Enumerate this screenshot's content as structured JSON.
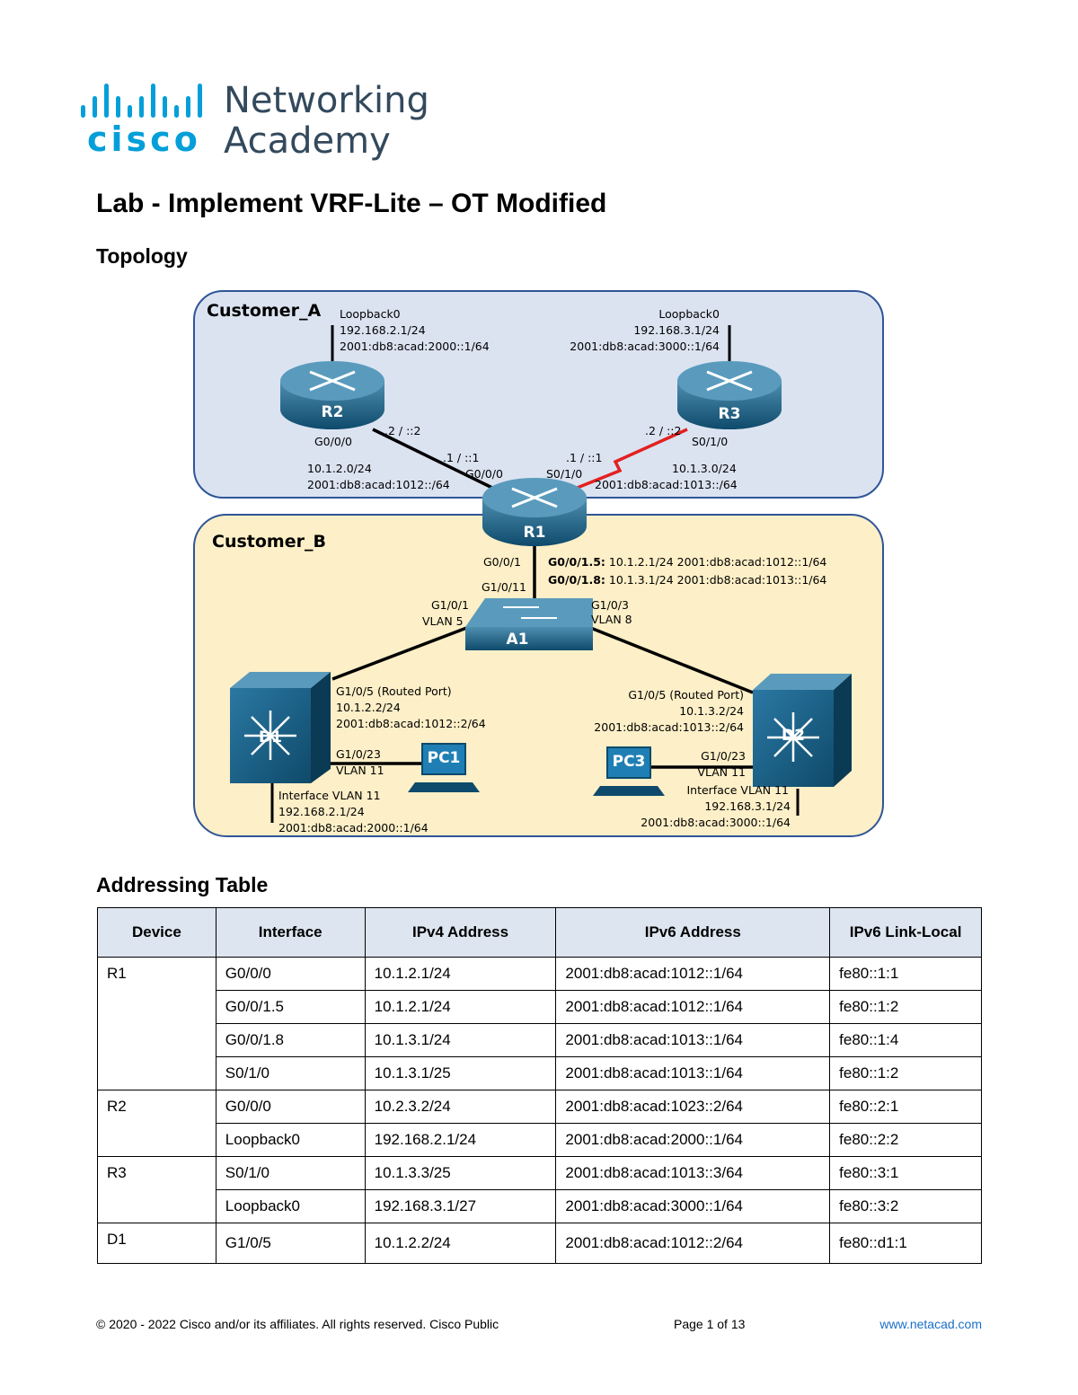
{
  "logo": {
    "brand": "cisco",
    "product_line1": "Networking",
    "product_line2": "Academy"
  },
  "title": "Lab - Implement VRF-Lite – OT Modified",
  "sections": {
    "topology": "Topology",
    "addressing": "Addressing Table"
  },
  "topology": {
    "groups": {
      "customer_a": "Customer_A",
      "customer_b": "Customer_B"
    },
    "devices": {
      "r1": "R1",
      "r2": "R2",
      "r3": "R3",
      "a1": "A1",
      "d1": "D1",
      "d2": "D2",
      "pc1": "PC1",
      "pc3": "PC3"
    },
    "labels": {
      "r2_lo_name": "Loopback0",
      "r2_lo_v4": "192.168.2.1/24",
      "r2_lo_v6": "2001:db8:acad:2000::1/64",
      "r3_lo_name": "Loopback0",
      "r3_lo_v4": "192.168.3.1/24",
      "r3_lo_v6": "2001:db8:acad:3000::1/64",
      "r2_host": ".2 / ::2",
      "r2_if": "G0/0/0",
      "net_r1r2_v4": "10.1.2.0/24",
      "net_r1r2_v6": "2001:db8:acad:1012::/64",
      "r1_host_r2": ".1 / ::1",
      "r1_if_r2": "G0/0/0",
      "r1_host_r3": ".1 / ::1",
      "r1_if_r3": "S0/1/0",
      "r3_host": ".2 / ::2",
      "r3_if": "S0/1/0",
      "net_r1r3_v4": "10.1.3.0/24",
      "net_r1r3_v6": "2001:db8:acad:1013::/64",
      "r1_g001": "G0/0/1",
      "sub15_name": "G0/0/1.5:",
      "sub15_addr": " 10.1.2.1/24  2001:db8:acad:1012::1/64",
      "sub18_name": "G0/0/1.8:",
      "sub18_addr": " 10.1.3.1/24  2001:db8:acad:1013::1/64",
      "a1_g1011": "G1/0/11",
      "a1_g101": "G1/0/1",
      "a1_vlan5": "VLAN 5",
      "a1_g103": "G1/0/3",
      "a1_vlan8": "VLAN 8",
      "d1_g105": "G1/0/5 (Routed Port)",
      "d1_g105_v4": "10.1.2.2/24",
      "d1_g105_v6": "2001:db8:acad:1012::2/64",
      "d1_g1023": "G1/0/23",
      "d1_vlan11": "VLAN 11",
      "d1_svi": "Interface VLAN 11",
      "d1_svi_v4": "192.168.2.1/24",
      "d1_svi_v6": "2001:db8:acad:2000::1/64",
      "d2_g105": "G1/0/5 (Routed Port)",
      "d2_g105_v4": "10.1.3.2/24",
      "d2_g105_v6": "2001:db8:acad:1013::2/64",
      "d2_g1023": "G1/0/23",
      "d2_vlan11": "VLAN 11",
      "d2_svi": "Interface VLAN 11",
      "d2_svi_v4": "192.168.3.1/24",
      "d2_svi_v6": "2001:db8:acad:3000::1/64"
    }
  },
  "table": {
    "headers": [
      "Device",
      "Interface",
      "IPv4 Address",
      "IPv6 Address",
      "IPv6 Link-Local"
    ],
    "devices": [
      {
        "name": "R1",
        "rows": [
          [
            "G0/0/0",
            "10.1.2.1/24",
            "2001:db8:acad:1012::1/64",
            "fe80::1:1"
          ],
          [
            "G0/0/1.5",
            "10.1.2.1/24",
            "2001:db8:acad:1012::1/64",
            "fe80::1:2"
          ],
          [
            "G0/0/1.8",
            "10.1.3.1/24",
            "2001:db8:acad:1013::1/64",
            "fe80::1:4"
          ],
          [
            "S0/1/0",
            "10.1.3.1/25",
            "2001:db8:acad:1013::1/64",
            "fe80::1:2"
          ]
        ]
      },
      {
        "name": "R2",
        "rows": [
          [
            "G0/0/0",
            "10.2.3.2/24",
            "2001:db8:acad:1023::2/64",
            "fe80::2:1"
          ],
          [
            "Loopback0",
            "192.168.2.1/24",
            "2001:db8:acad:2000::1/64",
            "fe80::2:2"
          ]
        ]
      },
      {
        "name": "R3",
        "rows": [
          [
            "S0/1/0",
            "10.1.3.3/25",
            "2001:db8:acad:1013::3/64",
            "fe80::3:1"
          ],
          [
            "Loopback0",
            "192.168.3.1/27",
            "2001:db8:acad:3000::1/64",
            "fe80::3:2"
          ]
        ]
      },
      {
        "name": "D1",
        "rows": [
          [
            "G1/0/5",
            "10.1.2.2/24",
            "2001:db8:acad:1012::2/64",
            "fe80::d1:1"
          ]
        ]
      }
    ]
  },
  "footer": {
    "copyright": "© 2020 - 2022 Cisco and/or its affiliates. All rights reserved. Cisco Public",
    "page": "Page 1 of 13",
    "url": "www.netacad.com"
  },
  "colors": {
    "cisco_blue": "#049fd9",
    "customer_a_bg": "#dbe3f1",
    "customer_b_bg": "#fdefc7",
    "serial_link": "#e32020",
    "link_url": "#1a6fc8"
  }
}
